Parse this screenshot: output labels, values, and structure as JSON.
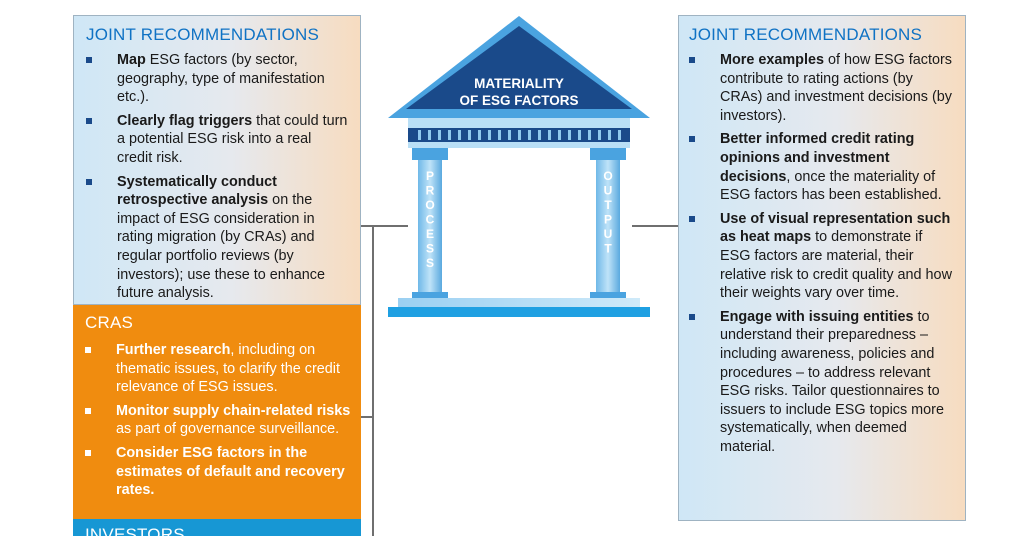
{
  "left_top": {
    "heading": "JOINT RECOMMENDATIONS",
    "items": [
      {
        "bold": "Map",
        "rest": " ESG factors (by sector, geography, type of manifestation etc.)."
      },
      {
        "bold": "Clearly flag triggers",
        "rest": " that could turn a potential ESG risk into a real credit risk."
      },
      {
        "bold": "Systematically conduct retrospective analysis",
        "rest": " on the impact of ESG consideration in rating migration (by CRAs) and regular portfolio reviews (by investors); use these to enhance future analysis."
      }
    ]
  },
  "cras": {
    "heading": "CRAS",
    "items": [
      {
        "bold": "Further research",
        "rest": ", including on thematic issues, to clarify the credit relevance of ESG issues."
      },
      {
        "bold": "Monitor supply chain-related risks",
        "rest": " as part of governance surveillance."
      },
      {
        "bold": "Consider ESG factors in the estimates of default and recovery rates.",
        "rest": ""
      }
    ]
  },
  "investors": {
    "heading": "INVESTORS"
  },
  "temple": {
    "title_line1": "MATERIALITY",
    "title_line2": "OF ESG FACTORS",
    "left_column": "PROCESS",
    "right_column": "OUTPUT"
  },
  "right_panel": {
    "heading": "JOINT RECOMMENDATIONS",
    "items": [
      {
        "bold": "More examples",
        "rest": " of how ESG factors contribute to rating actions (by CRAs) and investment decisions (by investors)."
      },
      {
        "bold": "Better informed credit rating opinions and investment decisions",
        "rest": ", once the materiality of ESG factors has been established."
      },
      {
        "bold": "Use of visual representation such as heat maps",
        "rest": " to demonstrate if ESG factors are material, their relative risk to credit quality and how their weights vary over time."
      },
      {
        "bold": "Engage with issuing entities",
        "rest": " to understand their preparedness – including awareness, policies and procedures – to address relevant ESG risks. Tailor questionnaires to issuers to include ESG topics more systematically, when deemed material."
      }
    ]
  },
  "colors": {
    "blue_heading": "#0f72c4",
    "cras_orange": "#f08c0f",
    "investors_blue": "#1797d4",
    "temple_roof": "#1a4a8a"
  }
}
